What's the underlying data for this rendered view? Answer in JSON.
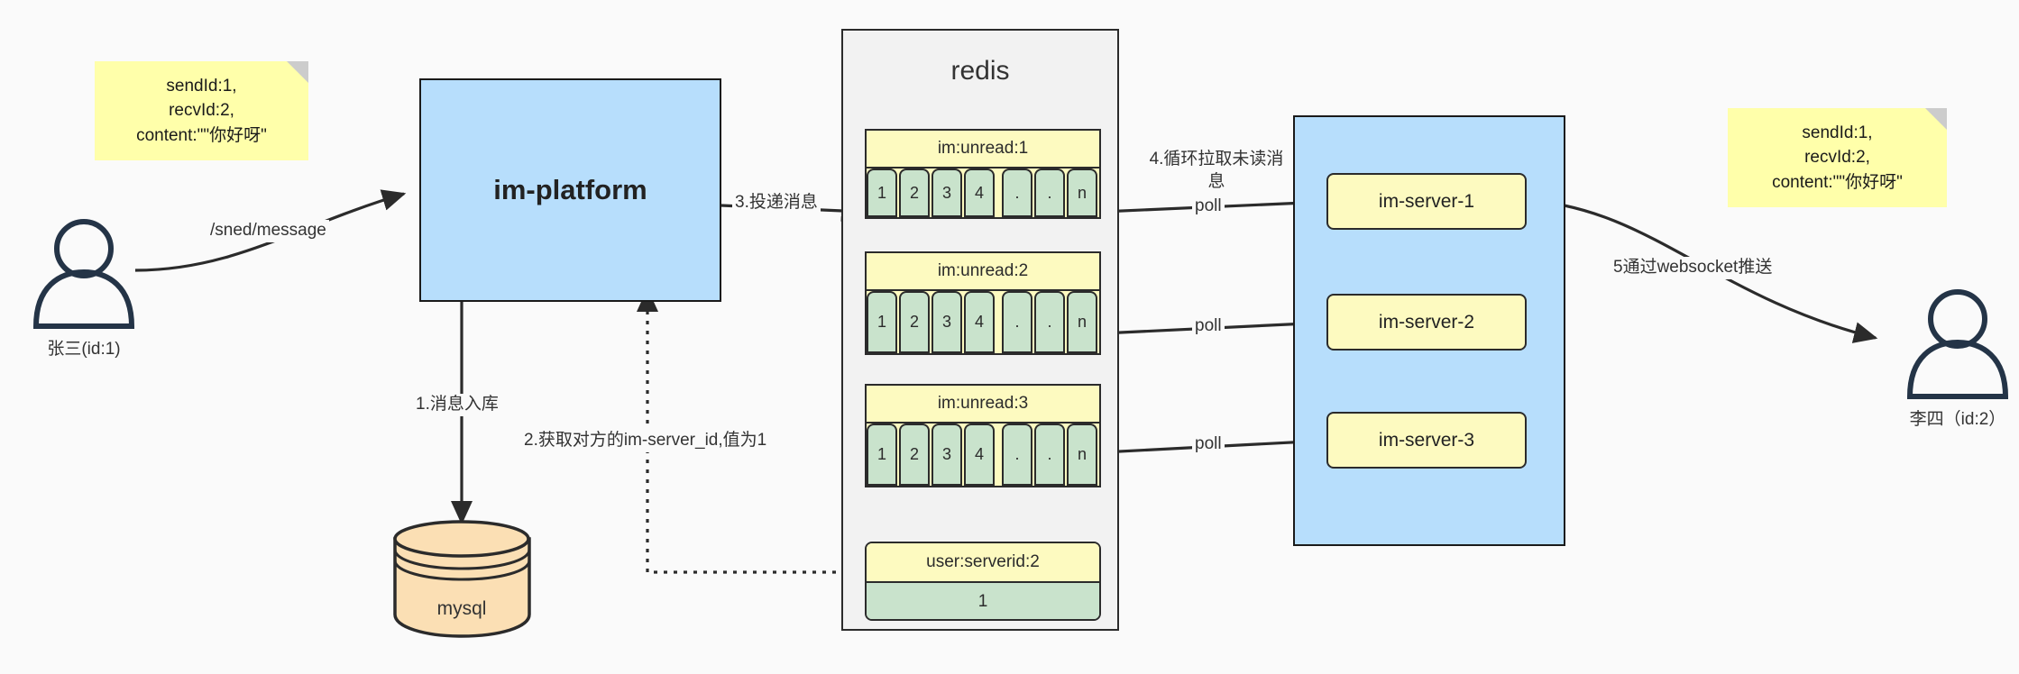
{
  "diagram": {
    "title": "IM message delivery architecture",
    "colors": {
      "background": "#fafafa",
      "note": "#ffffaa",
      "platform": "#b7defc",
      "server_group": "#b7defc",
      "server_node": "#fdfac0",
      "redis_container": "#f2f2f2",
      "queue_head": "#fdfac0",
      "queue_cell": "#c9e3cc",
      "mysql": "#fbdfb4",
      "stroke": "#2b2b2b",
      "person": "#243447"
    }
  },
  "notes": {
    "left": "sendId:1,\nrecvId:2,\ncontent:\"\"你好呀\"",
    "right": "sendId:1,\nrecvId:2,\ncontent:\"\"你好呀\""
  },
  "actors": {
    "sender": {
      "label": "张三(id:1)",
      "icon": "person-icon"
    },
    "receiver": {
      "label": "李四（id:2）",
      "icon": "person-icon"
    }
  },
  "nodes": {
    "platform": "im-platform",
    "mysql": "mysql",
    "redis": "redis",
    "servers": [
      "im-server-1",
      "im-server-2",
      "im-server-3"
    ]
  },
  "redis_keys": {
    "queues": [
      {
        "key": "im:unread:1",
        "cells": [
          "1",
          "2",
          "3",
          "4",
          ".",
          ".",
          "n"
        ]
      },
      {
        "key": "im:unread:2",
        "cells": [
          "1",
          "2",
          "3",
          "4",
          ".",
          ".",
          "n"
        ]
      },
      {
        "key": "im:unread:3",
        "cells": [
          "1",
          "2",
          "3",
          "4",
          ".",
          ".",
          "n"
        ]
      }
    ],
    "kv": {
      "key": "user:serverid:2",
      "value": "1"
    }
  },
  "edges": {
    "send_message": "/sned/message",
    "step1": "1.消息入库",
    "step2": "2.获取对方的im-server_id,值为1",
    "step3": "3.投递消息",
    "step4": "4.循环拉取未读消\n息",
    "step5": "5通过websocket推送",
    "poll1": "poll",
    "poll2": "poll",
    "poll3": "poll"
  }
}
